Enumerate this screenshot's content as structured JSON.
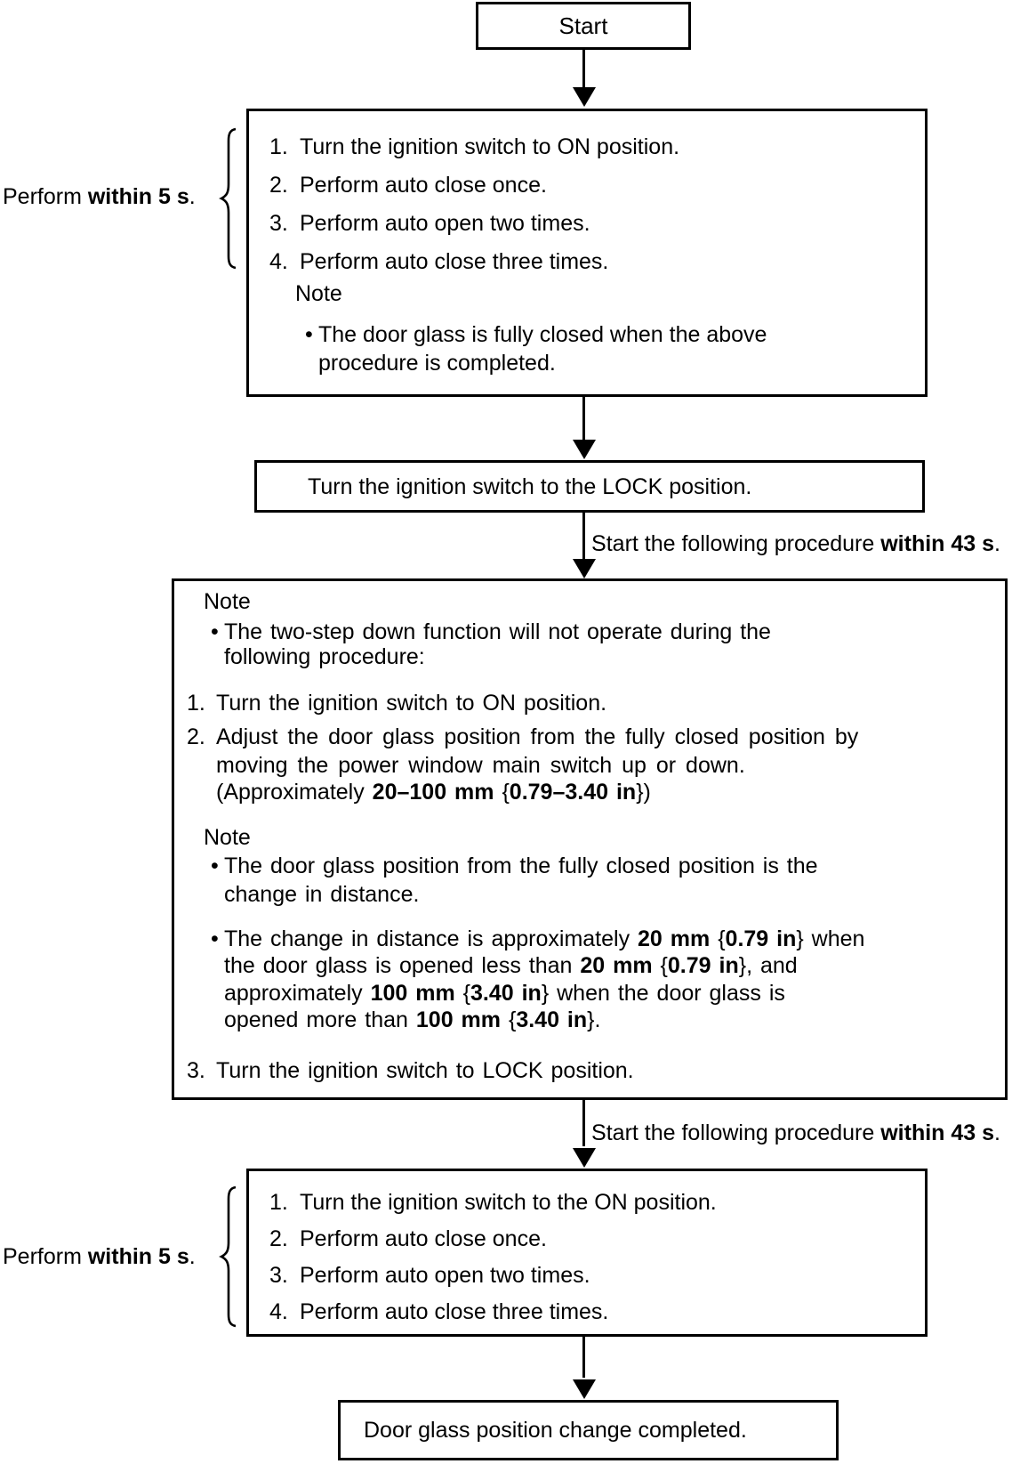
{
  "colors": {
    "background": "#ffffff",
    "line": "#000000",
    "text": "#000000"
  },
  "icons": {
    "arrow_down": "filled-down-triangle",
    "brace": "left-curly-brace",
    "bullet": "•"
  },
  "start_box": {
    "label": "Start"
  },
  "perform_label": {
    "prefix": "Perform ",
    "bold": "within 5 s",
    "suffix": "."
  },
  "start_following_label": {
    "prefix": "Start the following procedure ",
    "bold": "within 43 s",
    "suffix": "."
  },
  "box1": {
    "items": [
      {
        "num": "1.",
        "text": "Turn the ignition switch to ON position."
      },
      {
        "num": "2.",
        "text": "Perform auto close once."
      },
      {
        "num": "3.",
        "text": "Perform auto open two times."
      },
      {
        "num": "4.",
        "text": "Perform auto close three times."
      }
    ],
    "note_label": "Note",
    "bullet": "•",
    "note_line1": "The door glass is fully closed when the above",
    "note_line2": "procedure is completed."
  },
  "box2": {
    "text": "Turn the ignition switch to the LOCK position."
  },
  "box3": {
    "note1_label": "Note",
    "bullet": "•",
    "note1_line1": "The two-step down function will not operate during the",
    "note1_line2": "following procedure:",
    "step1_num": "1.",
    "step1_text": "Turn the ignition switch to ON position.",
    "step2_num": "2.",
    "step2_line1": "Adjust the door glass position from the fully closed position by",
    "step2_line2": "moving the power window main switch up or down.",
    "step2_line3": [
      {
        "t": "(Approximately ",
        "b": false
      },
      {
        "t": "20–100 mm",
        "b": true
      },
      {
        "t": " {",
        "b": false
      },
      {
        "t": "0.79–3.40 in",
        "b": true
      },
      {
        "t": "})",
        "b": false
      }
    ],
    "note2_label": "Note",
    "note2_b1_line1": "The door glass position from the fully closed position is the",
    "note2_b1_line2": "change in distance.",
    "note2_b2_line1": [
      {
        "t": "The change in distance is approximately ",
        "b": false
      },
      {
        "t": "20 mm",
        "b": true
      },
      {
        "t": " {",
        "b": false
      },
      {
        "t": "0.79 in",
        "b": true
      },
      {
        "t": "} when",
        "b": false
      }
    ],
    "note2_b2_line2": [
      {
        "t": "the door glass is opened less than ",
        "b": false
      },
      {
        "t": "20 mm",
        "b": true
      },
      {
        "t": " {",
        "b": false
      },
      {
        "t": "0.79 in",
        "b": true
      },
      {
        "t": "}, and",
        "b": false
      }
    ],
    "note2_b2_line3": [
      {
        "t": "approximately ",
        "b": false
      },
      {
        "t": "100 mm",
        "b": true
      },
      {
        "t": " {",
        "b": false
      },
      {
        "t": "3.40 in",
        "b": true
      },
      {
        "t": "} when the door glass is",
        "b": false
      }
    ],
    "note2_b2_line4": [
      {
        "t": "opened more than ",
        "b": false
      },
      {
        "t": "100 mm",
        "b": true
      },
      {
        "t": " {",
        "b": false
      },
      {
        "t": "3.40 in",
        "b": true
      },
      {
        "t": "}.",
        "b": false
      }
    ],
    "step3_num": "3.",
    "step3_text": "Turn the ignition switch to LOCK position."
  },
  "box4": {
    "items": [
      {
        "num": "1.",
        "text": "Turn the ignition switch to the ON position."
      },
      {
        "num": "2.",
        "text": "Perform auto close once."
      },
      {
        "num": "3.",
        "text": "Perform auto open two times."
      },
      {
        "num": "4.",
        "text": "Perform auto close three times."
      }
    ]
  },
  "final_box": {
    "text": "Door glass position change completed."
  }
}
